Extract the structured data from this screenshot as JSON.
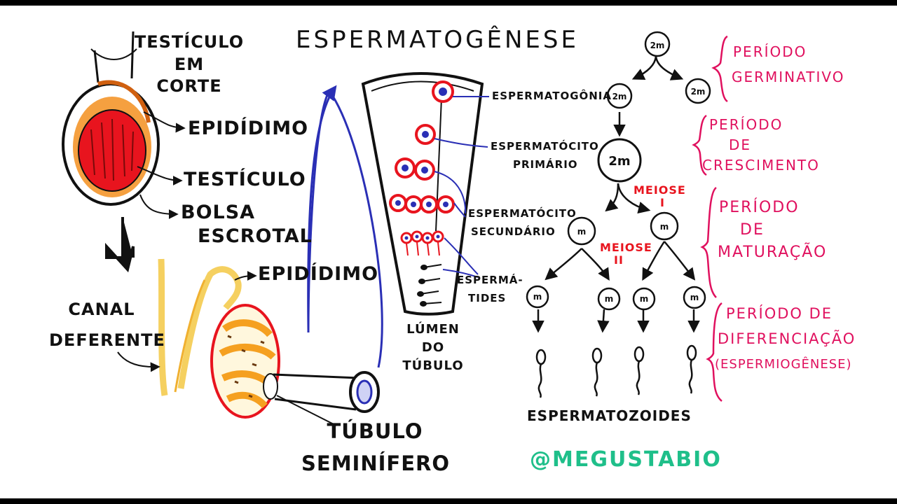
{
  "title": "ESPERMATOGÊNESE",
  "testis_section": {
    "heading_lines": [
      "TESTÍCULO",
      "EM",
      "CORTE"
    ],
    "epididimo": "EPIDÍDIMO",
    "testiculo": "TESTÍCULO",
    "bolsa_lines": [
      "BOLSA",
      "ESCROTAL"
    ]
  },
  "lower_section": {
    "canal_lines": [
      "CANAL",
      "DEFERENTE"
    ],
    "epididimo": "EPIDÍDIMO",
    "tubulo_lines": [
      "TÚBULO",
      "SEMINÍFERO"
    ]
  },
  "tubule": {
    "lumen_lines": [
      "LÚMEN",
      "DO",
      "TÚBULO"
    ]
  },
  "cell_labels": {
    "espermatogonia": "ESPERMATOGÔNIA",
    "espermatocito_primario_lines": [
      "ESPERMATÓCITO",
      "PRIMÁRIO"
    ],
    "espermatocito_secundario_lines": [
      "ESPERMATÓCITO",
      "SECUNDÁRIO"
    ],
    "espermatides_lines": [
      "ESPERMÁ-",
      "TIDES"
    ]
  },
  "tree": {
    "top_cell": "2m",
    "germ_cells": [
      "2m",
      "2m"
    ],
    "primary": "2m",
    "secondary": [
      "m",
      "m"
    ],
    "spermatids": [
      "m",
      "m",
      "m",
      "m"
    ],
    "meiose1_lines": [
      "MEIOSE",
      "I"
    ],
    "meiose2_lines": [
      "MEIOSE",
      "II"
    ],
    "espermatozoides": "ESPERMATOZOIDES"
  },
  "periods": {
    "germinativo_lines": [
      "PERÍODO",
      "GERMINATIVO"
    ],
    "crescimento_lines": [
      "PERÍODO",
      "DE",
      "CRESCIMENTO"
    ],
    "maturacao_lines": [
      "PERÍODO",
      "DE",
      "MATURAÇÃO"
    ],
    "diferenciacao_lines": [
      "PERÍODO DE",
      "DIFERENCIAÇÃO",
      "(ESPERMIOGÊNESE)"
    ]
  },
  "watermark": "@MEGUSTABIO",
  "colors": {
    "background_border": "#000000",
    "paper": "#ffffff",
    "ink": "#111111",
    "red": "#e8141e",
    "blue": "#2a2fb5",
    "magenta": "#e0105e",
    "orange": "#f2a020",
    "yellow": "#f5d060",
    "green": "#1fbf8a"
  }
}
